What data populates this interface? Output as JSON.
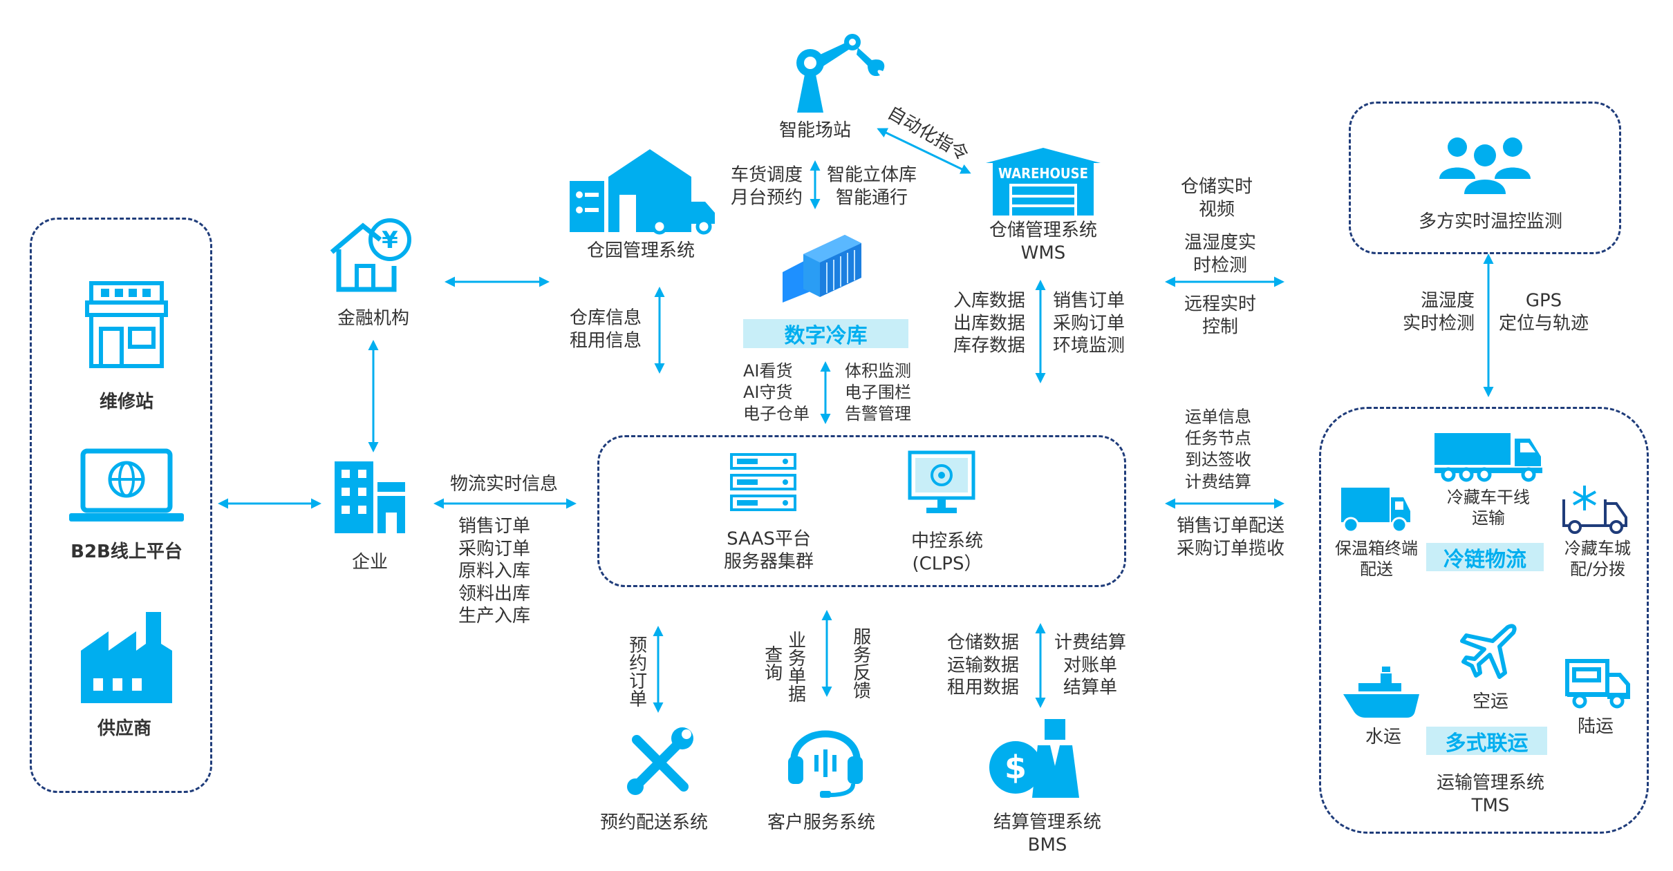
{
  "colors": {
    "accent": "#00AEEF",
    "dash": "#1F3C7A",
    "tag_bg": "#C8EEF8",
    "text": "#333333"
  },
  "left_group": {
    "items": [
      {
        "label": "维修站",
        "icon": "storefront-icon"
      },
      {
        "label": "B2B线上平台",
        "icon": "laptop-globe-icon"
      },
      {
        "label": "供应商",
        "icon": "factory-icon"
      }
    ]
  },
  "finance": {
    "label": "金融机构",
    "icon": "house-yen-icon"
  },
  "enterprise": {
    "label": "企业",
    "icon": "buildings-icon"
  },
  "yard": {
    "label": "仓园管理系统",
    "icon": "yard-truck-icon",
    "info": "仓库信息\n租用信息"
  },
  "smart_station": {
    "label": "智能场站",
    "icon": "robot-arm-icon",
    "left": "车货调度\n月台预约",
    "right": "智能立体库\n智能通行",
    "auto_cmd": "自动化指令"
  },
  "wms": {
    "label": "仓储管理系统\nWMS",
    "icon": "warehouse-icon",
    "icon_text": "WAREHOUSE",
    "left": "入库数据\n出库数据\n库存数据",
    "right": "销售订单\n采购订单\n环境监测"
  },
  "cold_storage": {
    "label": "数字冷库",
    "icon": "containers-icon",
    "left": "AI看货\nAI守货\n电子仓单",
    "right": "体积监测\n电子围栏\n告警管理"
  },
  "wms_tms_links": {
    "top": "仓储实时\n视频",
    "mid": "温湿度实\n时检测",
    "bottom": "远程实时\n控制"
  },
  "monitor": {
    "label": "多方实时温控监测",
    "icon": "people-icon",
    "left": "温湿度\n实时检测",
    "right": "GPS\n定位与轨迹"
  },
  "logistics_links": {
    "top": "运单信息\n任务节点\n到达签收\n计费结算",
    "bottom": "销售订单配送\n采购订单揽收"
  },
  "enterprise_links": {
    "top": "物流实时信息",
    "bottom": "销售订单\n采购订单\n原料入库\n领料出库\n生产入库"
  },
  "center": {
    "saas": "SAAS平台\n服务器集群",
    "clps": "中控系统\n(CLPS）"
  },
  "bottom_links": {
    "booking": "预约订单",
    "query_a": "业务单据",
    "query_b": "查询",
    "feedback": "服务反馈",
    "bms_left": "仓储数据\n运输数据\n租用数据",
    "bms_right": "计费结算\n对账单\n结算单"
  },
  "bottom_systems": [
    {
      "label": "预约配送系统",
      "icon": "tools-icon"
    },
    {
      "label": "客户服务系统",
      "icon": "headset-icon"
    },
    {
      "label": "结算管理系统\nBMS",
      "icon": "billing-person-icon"
    }
  ],
  "tms": {
    "cold_chain": "冷链物流",
    "trunk": "冷藏车干线\n运输",
    "terminal": "保温箱终端\n配送",
    "city": "冷藏车城\n配/分拨",
    "multimodal": "多式联运",
    "air": "空运",
    "water": "水运",
    "land": "陆运",
    "label": "运输管理系统\nTMS"
  }
}
